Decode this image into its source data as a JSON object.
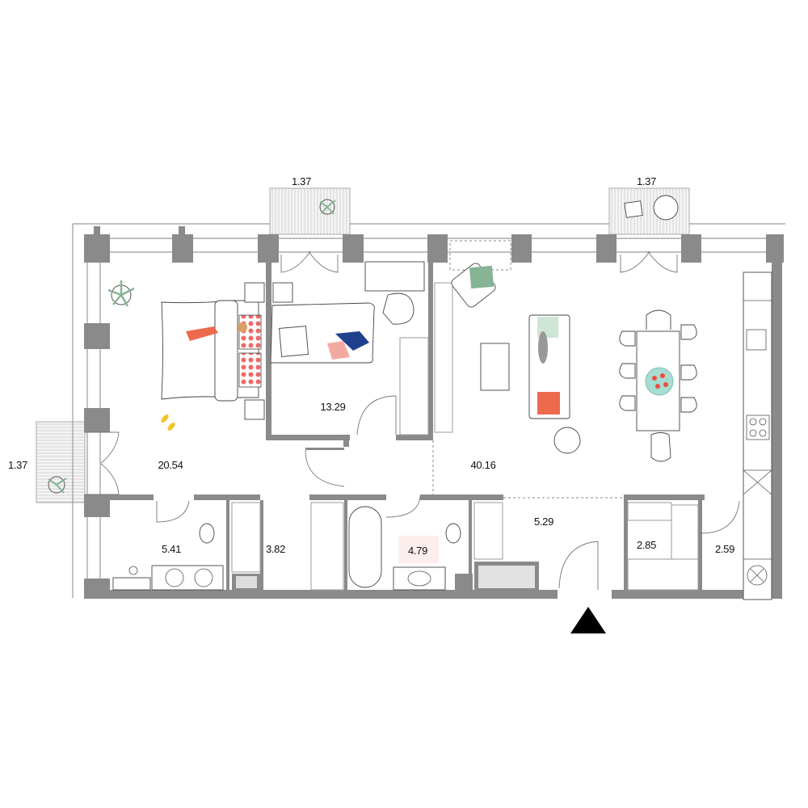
{
  "plan": {
    "rooms": [
      {
        "id": "bedroom-main",
        "area": "20.54"
      },
      {
        "id": "bedroom-second",
        "area": "13.29"
      },
      {
        "id": "living-kitchen",
        "area": "40.16"
      },
      {
        "id": "bathroom-1",
        "area": "5.41"
      },
      {
        "id": "corridor",
        "area": "3.82"
      },
      {
        "id": "bathroom-2",
        "area": "4.79"
      },
      {
        "id": "hall",
        "area": "5.29"
      },
      {
        "id": "wardrobe",
        "area": "2.85"
      },
      {
        "id": "utility",
        "area": "2.59"
      }
    ],
    "balconies": [
      {
        "id": "balcony-top-left",
        "area": "1.37"
      },
      {
        "id": "balcony-top-right",
        "area": "1.37"
      },
      {
        "id": "balcony-left",
        "area": "1.37"
      }
    ],
    "entrance_icon": "triangle-up-icon"
  },
  "colors": {
    "wall": "#8a8a8a",
    "highlight": "#fdeeee",
    "accent_red": "#ee6a4d",
    "accent_green": "#86b495",
    "accent_blue": "#1f3f8f"
  }
}
